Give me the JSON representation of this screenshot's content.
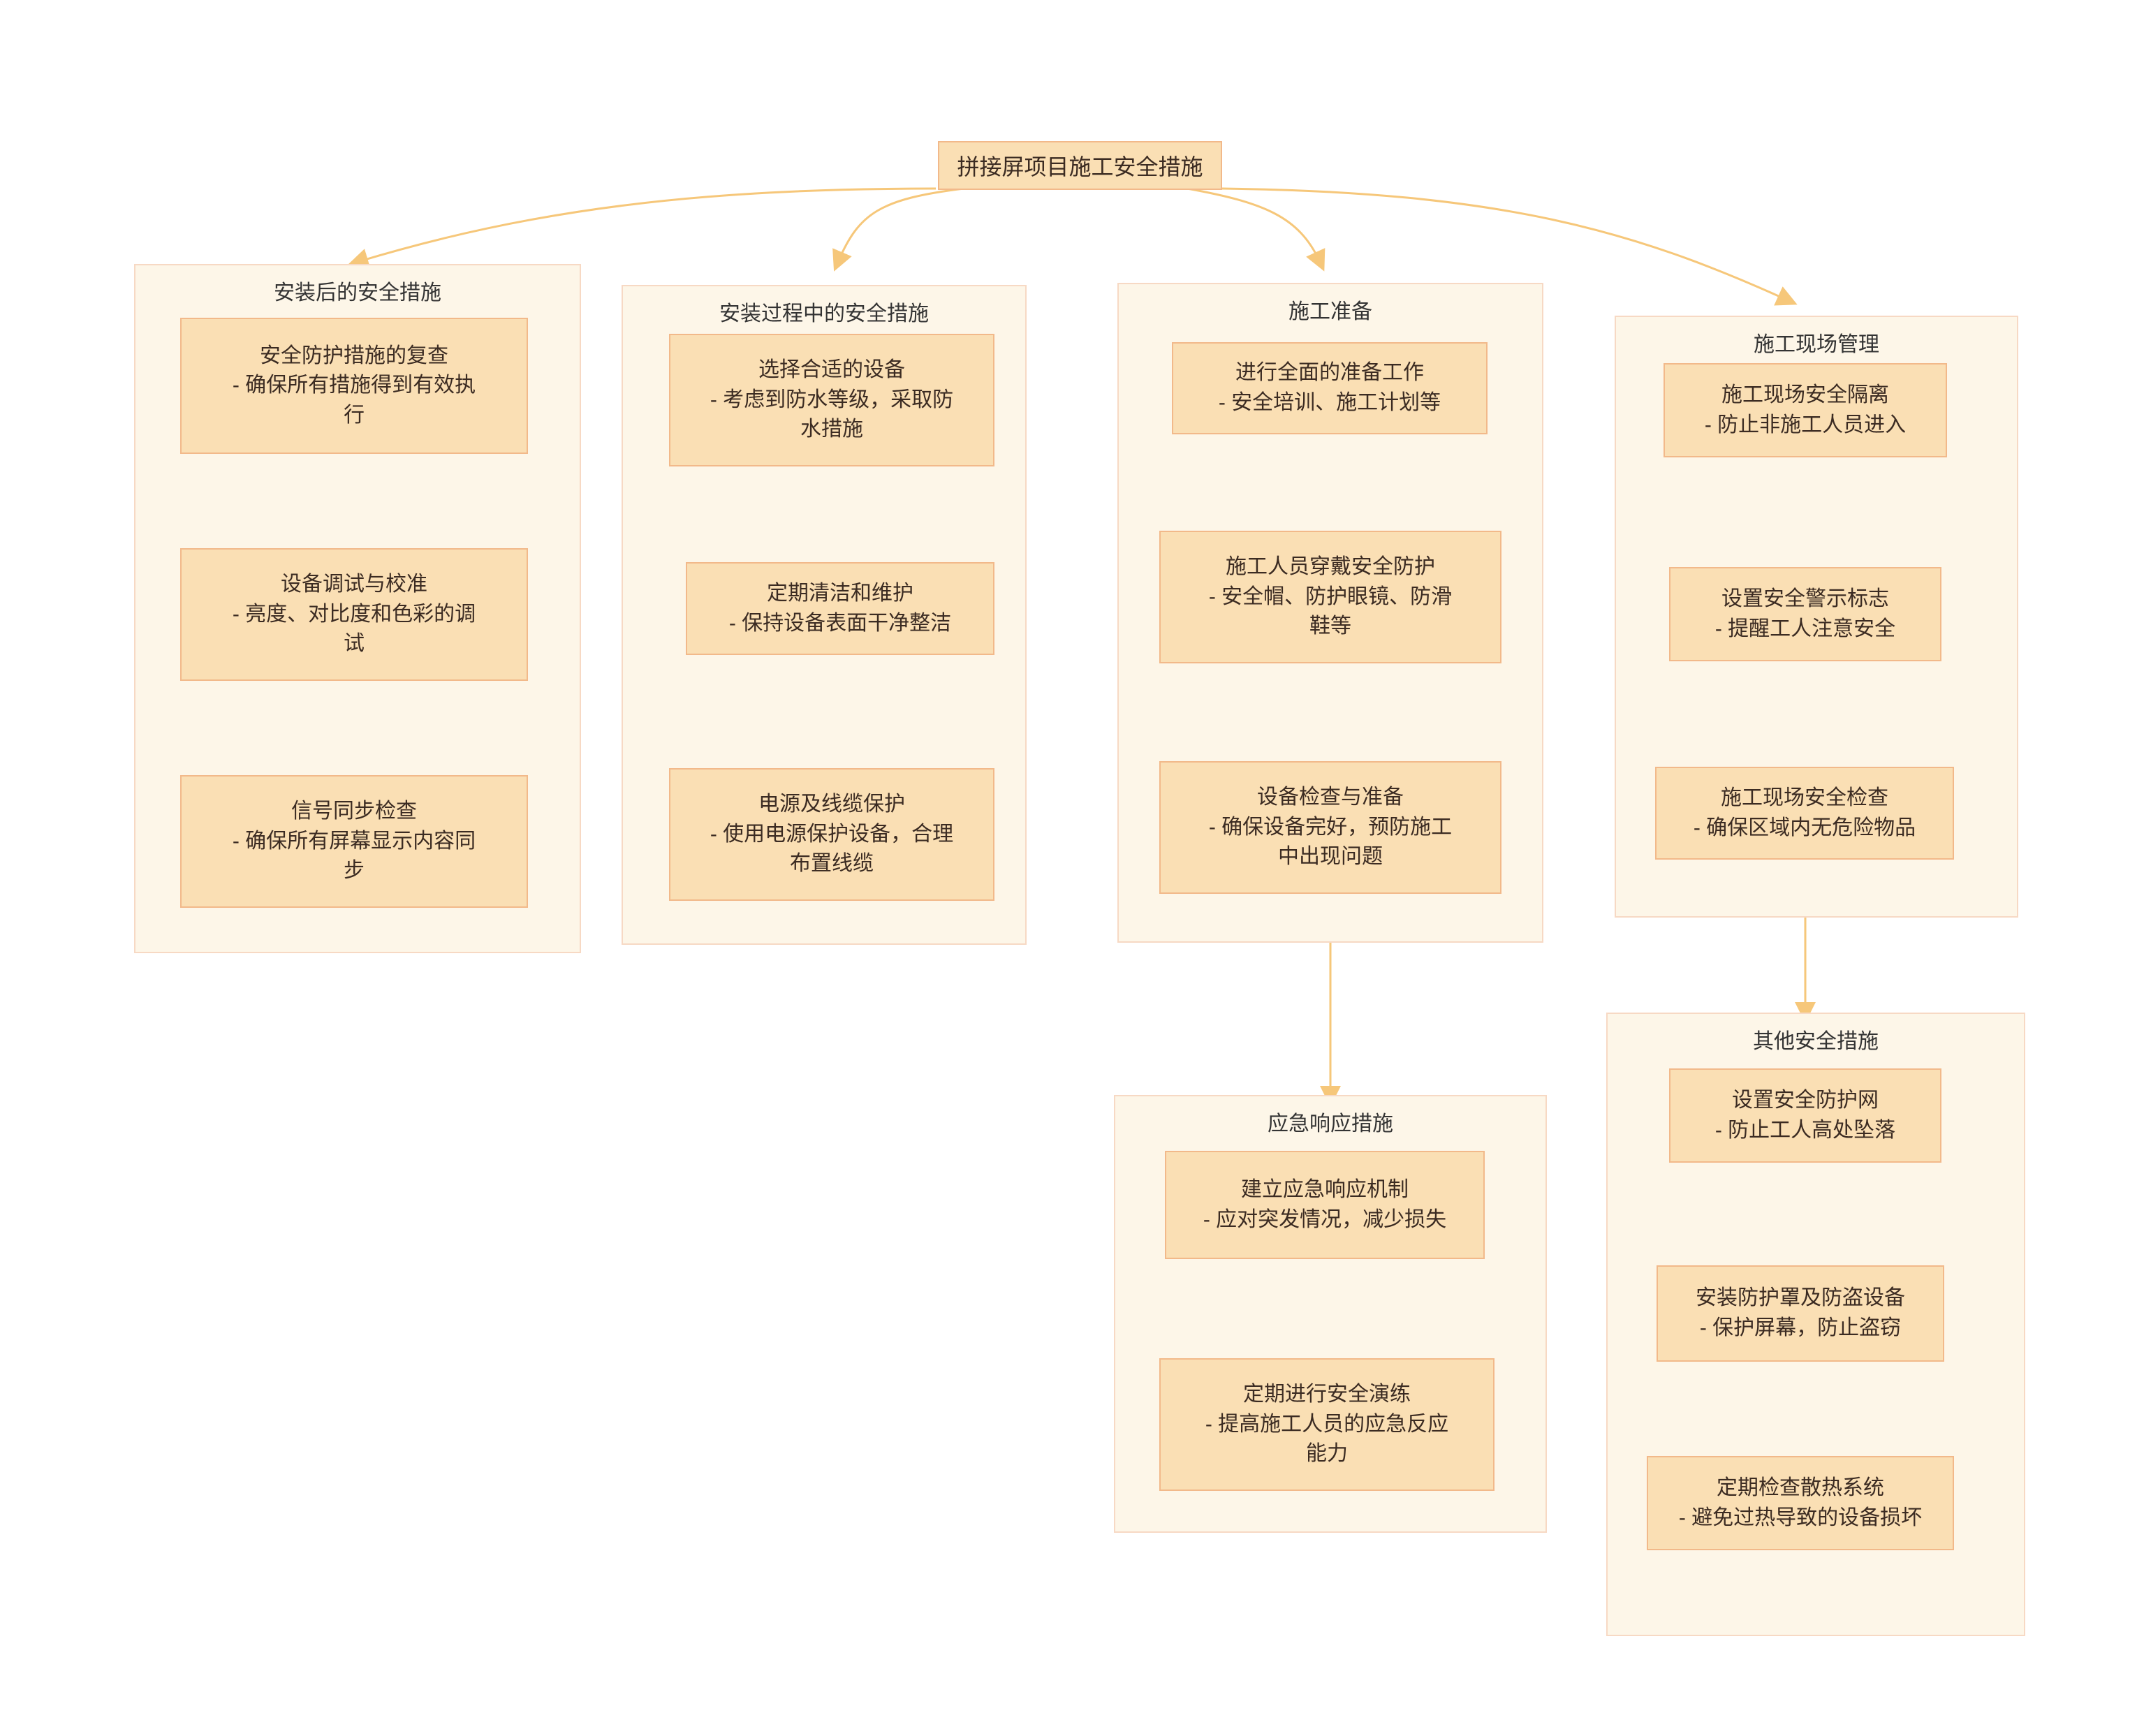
{
  "diagram": {
    "type": "flowchart",
    "direction": "top-down",
    "title": "拼接屏项目施工安全措施",
    "colors": {
      "node_fill": "#fadfb4",
      "node_stroke": "#f2b98a",
      "cluster_fill": "#fdf6e8",
      "cluster_stroke": "#f7d9c4",
      "edge": "#f6c77a",
      "text": "#3b2b22",
      "background": "#ffffff"
    },
    "root": {
      "id": "root",
      "label": "拼接屏项目施工安全措施"
    },
    "clusters": [
      {
        "id": "cluster-post-install",
        "title": "安装后的安全措施",
        "nodes": [
          {
            "id": "n1",
            "title": "安全防护措施的复查",
            "detail": "- 确保所有措施得到有效执行",
            "text": "安全防护措施的复查\n- 确保所有措施得到有效执\n行"
          },
          {
            "id": "n2",
            "title": "设备调试与校准",
            "detail": "- 亮度、对比度和色彩的调试",
            "text": "设备调试与校准\n- 亮度、对比度和色彩的调\n试"
          },
          {
            "id": "n3",
            "title": "信号同步检查",
            "detail": "- 确保所有屏幕显示内容同步",
            "text": "信号同步检查\n- 确保所有屏幕显示内容同\n步"
          }
        ]
      },
      {
        "id": "cluster-during-install",
        "title": "安装过程中的安全措施",
        "nodes": [
          {
            "id": "n4",
            "title": "选择合适的设备",
            "detail": "- 考虑到防水等级，采取防水措施",
            "text": "选择合适的设备\n- 考虑到防水等级，采取防\n水措施"
          },
          {
            "id": "n5",
            "title": "定期清洁和维护",
            "detail": "- 保持设备表面干净整洁",
            "text": "定期清洁和维护\n- 保持设备表面干净整洁"
          },
          {
            "id": "n6",
            "title": "电源及线缆保护",
            "detail": "- 使用电源保护设备，合理布置线缆",
            "text": "电源及线缆保护\n- 使用电源保护设备，合理\n布置线缆"
          }
        ]
      },
      {
        "id": "cluster-prep",
        "title": "施工准备",
        "nodes": [
          {
            "id": "n7",
            "title": "进行全面的准备工作",
            "detail": "- 安全培训、施工计划等",
            "text": "进行全面的准备工作\n- 安全培训、施工计划等"
          },
          {
            "id": "n8",
            "title": "施工人员穿戴安全防护",
            "detail": "- 安全帽、防护眼镜、防滑鞋等",
            "text": "施工人员穿戴安全防护\n- 安全帽、防护眼镜、防滑\n鞋等"
          },
          {
            "id": "n9",
            "title": "设备检查与准备",
            "detail": "- 确保设备完好，预防施工中出现问题",
            "text": "设备检查与准备\n- 确保设备完好，预防施工\n中出现问题"
          }
        ]
      },
      {
        "id": "cluster-site-mgmt",
        "title": "施工现场管理",
        "nodes": [
          {
            "id": "n10",
            "title": "施工现场安全隔离",
            "detail": "- 防止非施工人员进入",
            "text": "施工现场安全隔离\n- 防止非施工人员进入"
          },
          {
            "id": "n11",
            "title": "设置安全警示标志",
            "detail": "- 提醒工人注意安全",
            "text": "设置安全警示标志\n- 提醒工人注意安全"
          },
          {
            "id": "n12",
            "title": "施工现场安全检查",
            "detail": "- 确保区域内无危险物品",
            "text": "施工现场安全检查\n- 确保区域内无危险物品"
          }
        ]
      },
      {
        "id": "cluster-emergency",
        "title": "应急响应措施",
        "nodes": [
          {
            "id": "n13",
            "title": "建立应急响应机制",
            "detail": "- 应对突发情况，减少损失",
            "text": "建立应急响应机制\n- 应对突发情况，减少损失"
          },
          {
            "id": "n14",
            "title": "定期进行安全演练",
            "detail": "- 提高施工人员的应急反应能力",
            "text": "定期进行安全演练\n- 提高施工人员的应急反应\n能力"
          }
        ]
      },
      {
        "id": "cluster-other",
        "title": "其他安全措施",
        "nodes": [
          {
            "id": "n15",
            "title": "设置安全防护网",
            "detail": "- 防止工人高处坠落",
            "text": "设置安全防护网\n- 防止工人高处坠落"
          },
          {
            "id": "n16",
            "title": "安装防护罩及防盗设备",
            "detail": "- 保护屏幕，防止盗窃",
            "text": "安装防护罩及防盗设备\n- 保护屏幕，防止盗窃"
          },
          {
            "id": "n17",
            "title": "定期检查散热系统",
            "detail": "- 避免过热导致的设备损坏",
            "text": "定期检查散热系统\n- 避免过热导致的设备损坏"
          }
        ]
      }
    ],
    "edges": [
      {
        "from": "root",
        "to": "cluster-post-install"
      },
      {
        "from": "root",
        "to": "cluster-during-install"
      },
      {
        "from": "root",
        "to": "cluster-prep"
      },
      {
        "from": "root",
        "to": "cluster-site-mgmt"
      },
      {
        "from": "n1",
        "to": "n2"
      },
      {
        "from": "n2",
        "to": "n3"
      },
      {
        "from": "n4",
        "to": "n5"
      },
      {
        "from": "n5",
        "to": "n6"
      },
      {
        "from": "n7",
        "to": "n8"
      },
      {
        "from": "n8",
        "to": "n9"
      },
      {
        "from": "n9",
        "to": "cluster-emergency"
      },
      {
        "from": "n10",
        "to": "n11"
      },
      {
        "from": "n11",
        "to": "n12"
      },
      {
        "from": "cluster-site-mgmt",
        "to": "cluster-other"
      },
      {
        "from": "n13",
        "to": "n14"
      },
      {
        "from": "n15",
        "to": "n16"
      },
      {
        "from": "n16",
        "to": "n17"
      }
    ]
  }
}
